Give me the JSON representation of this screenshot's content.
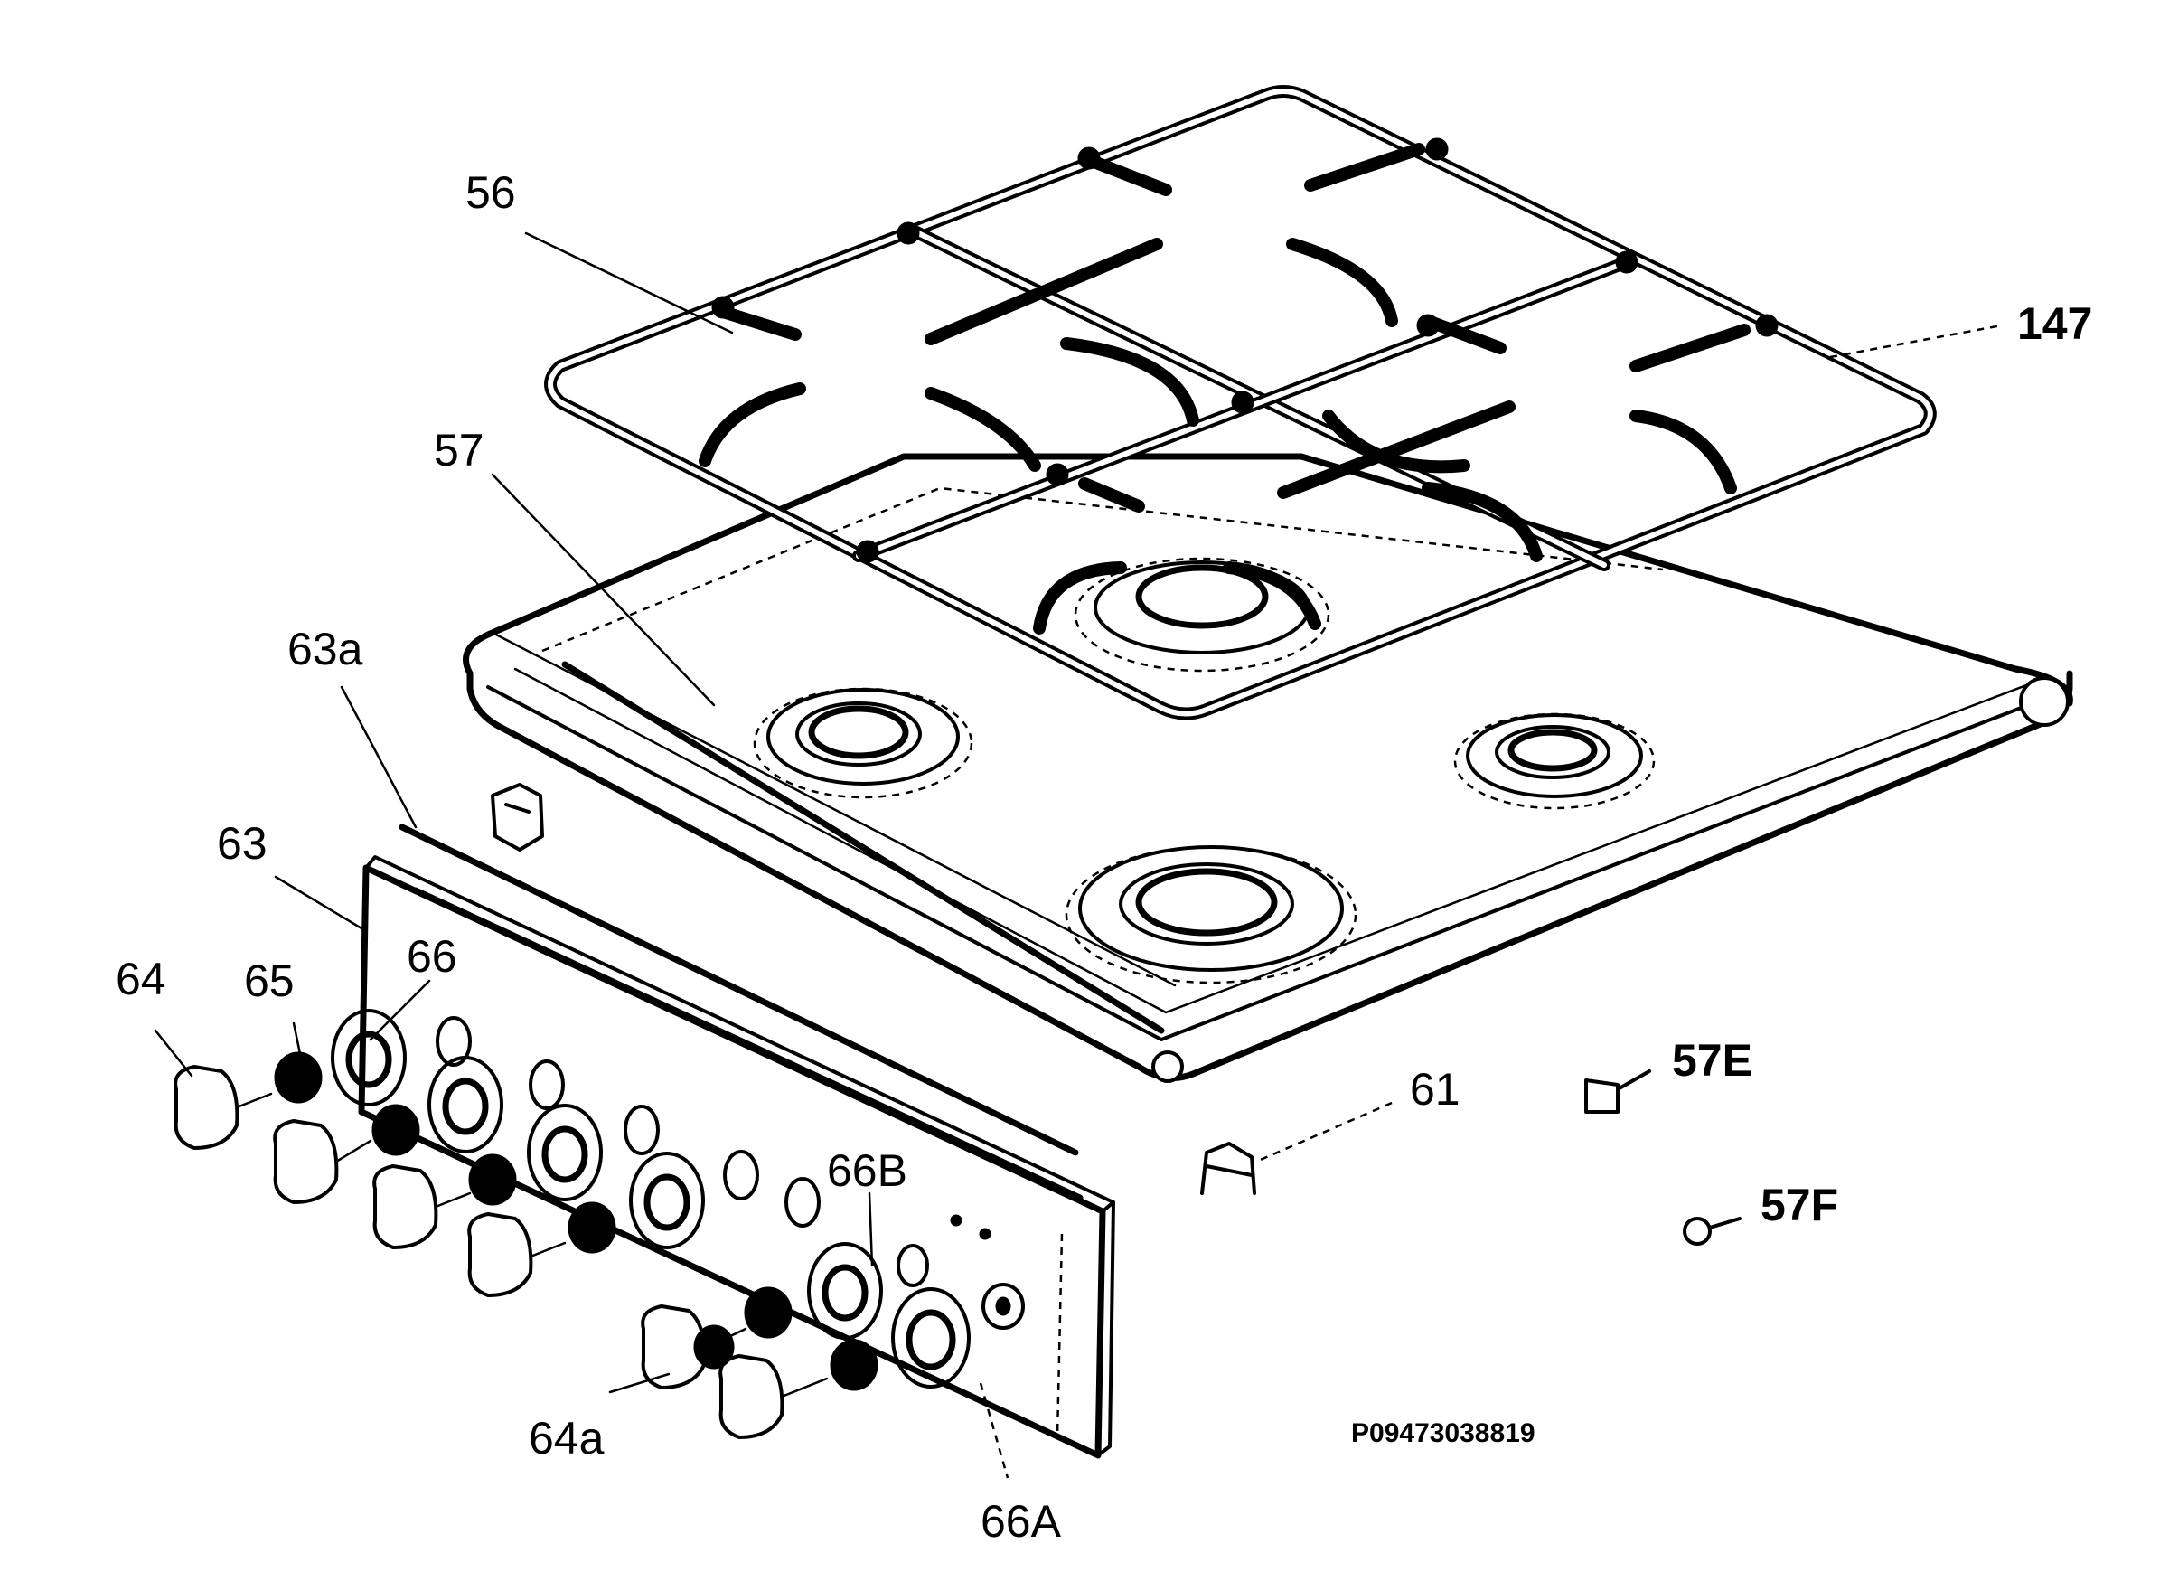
{
  "diagram": {
    "callouts": [
      {
        "id": "56",
        "text": "56"
      },
      {
        "id": "147",
        "text": "147"
      },
      {
        "id": "57",
        "text": "57"
      },
      {
        "id": "63a",
        "text": "63a"
      },
      {
        "id": "63",
        "text": "63"
      },
      {
        "id": "64",
        "text": "64"
      },
      {
        "id": "65",
        "text": "65"
      },
      {
        "id": "66",
        "text": "66"
      },
      {
        "id": "66B",
        "text": "66B"
      },
      {
        "id": "61",
        "text": "61"
      },
      {
        "id": "57E",
        "text": "57E"
      },
      {
        "id": "57F",
        "text": "57F"
      },
      {
        "id": "64a",
        "text": "64a"
      },
      {
        "id": "66A",
        "text": "66A"
      }
    ],
    "reference_code": "P09473038819"
  }
}
